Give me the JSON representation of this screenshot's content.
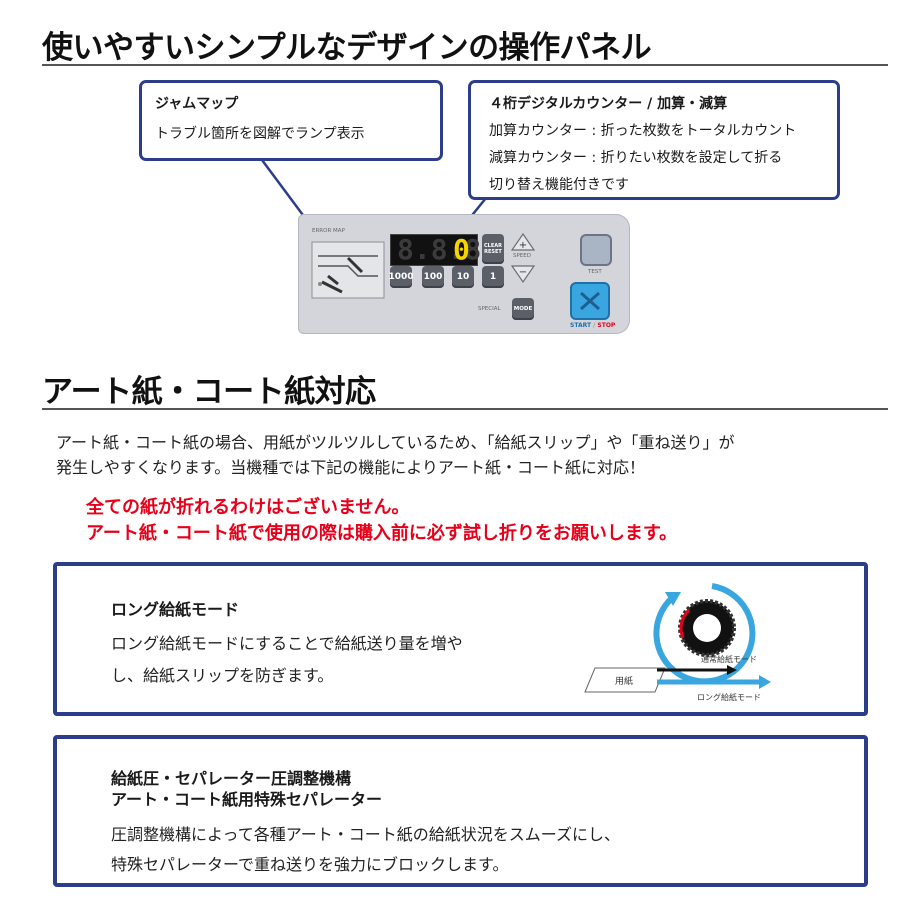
{
  "sections": {
    "panel_title": "使いやすいシンプルなデザインの操作パネル",
    "art_title": "アート紙・コート紙対応"
  },
  "callouts": {
    "jam_map": {
      "heading": "ジャムマップ",
      "line1": "トラブル箇所を図解でランプ表示"
    },
    "counter": {
      "heading": "４桁デジタルカウンター / 加算・減算",
      "line1": "加算カウンター : 折った枚数をトータルカウント",
      "line2": "減算カウンター : 折りたい枚数を設定して折る",
      "line3": "切り替え機能付きです"
    }
  },
  "control_panel": {
    "error_map_label": "ERROR MAP",
    "display_dim": "8.8.8",
    "display_value": "0",
    "clear_reset_label1": "CLEAR",
    "clear_reset_label2": "RESET",
    "speed_label": "SPEED",
    "plus_symbol": "+",
    "minus_symbol": "−",
    "keys": [
      "1000",
      "100",
      "10",
      "1"
    ],
    "special_label": "SPECIAL",
    "mode_label": "MODE",
    "test_label": "TEST",
    "start_label": "START",
    "stop_label": "STOP",
    "colors": {
      "display_digit": "#f5d400",
      "start_button": "#3aa6e0",
      "stop_text": "#e8001a"
    }
  },
  "intro": {
    "line1": "アート紙・コート紙の場合、用紙がツルツルしているため、「給紙スリップ」や「重ね送り」が",
    "line2": "発生しやすくなります。当機種では下記の機能によりアート紙・コート紙に対応！"
  },
  "warning": {
    "line1": "全ての紙が折れるわけはございません。",
    "line2": "アート紙・コート紙で使用の際は購入前に必ず試し折りをお願いします。"
  },
  "feature1": {
    "heading": "ロング給紙モード",
    "body1": "ロング給紙モードにすることで給紙送り量を増や",
    "body2": "し、給紙スリップを防ぎます。",
    "diagram": {
      "paper_label": "用紙",
      "normal_label": "通常給紙モード",
      "long_label": "ロング給紙モード"
    }
  },
  "feature2": {
    "heading1": "給紙圧・セパレーター圧調整機構",
    "heading2": "アート・コート紙用特殊セパレーター",
    "body1": "圧調整機構によって各種アート・コート紙の給紙状況をスムーズにし、",
    "body2": "特殊セパレーターで重ね送りを強力にブロックします。"
  }
}
